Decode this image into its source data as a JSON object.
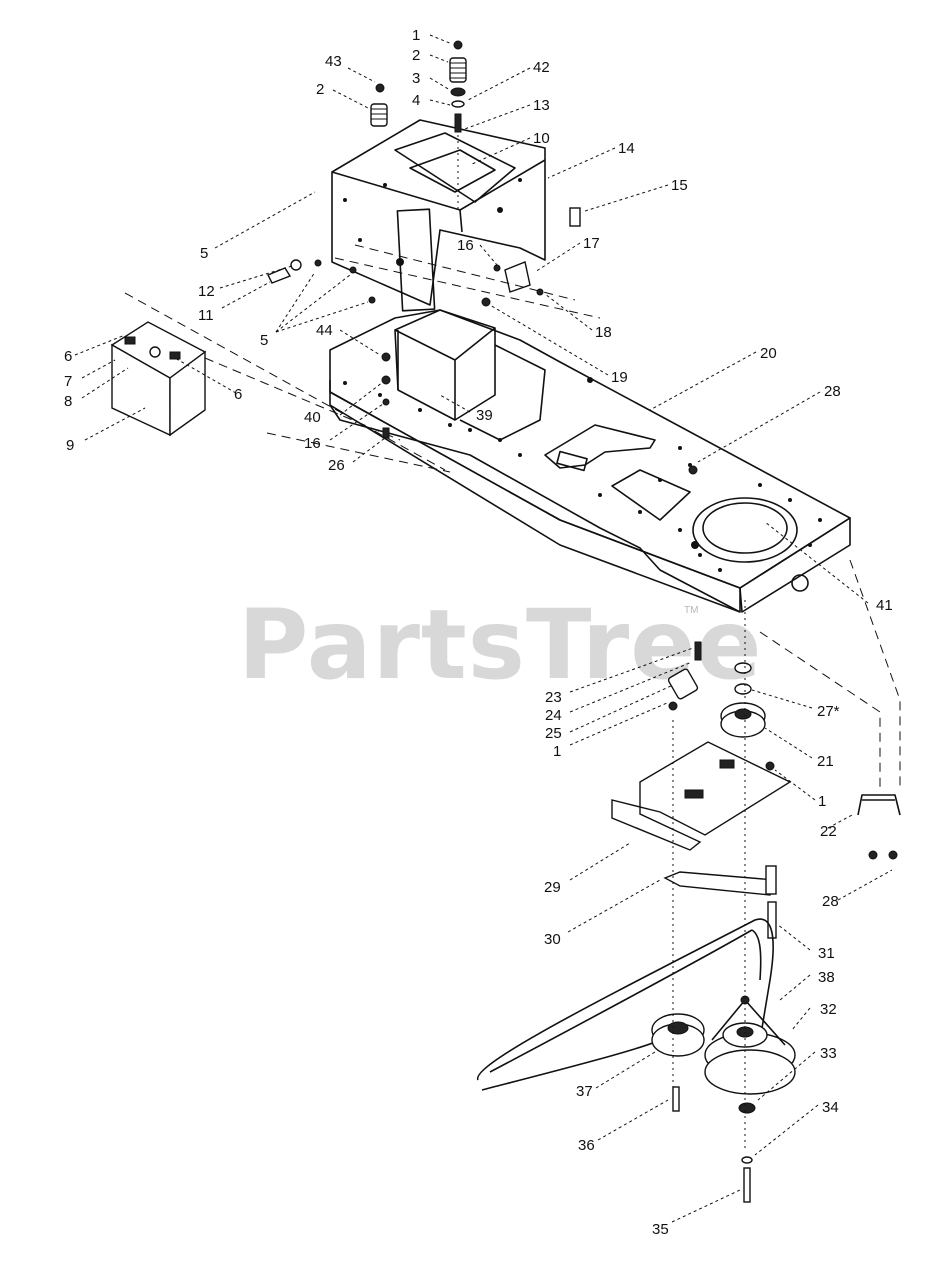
{
  "watermark": {
    "text": "PartsTree",
    "trademark": "TM"
  },
  "callouts": [
    {
      "id": "c1a",
      "text": "1"
    },
    {
      "id": "c2a",
      "text": "2"
    },
    {
      "id": "c3",
      "text": "3"
    },
    {
      "id": "c4",
      "text": "4"
    },
    {
      "id": "c42",
      "text": "42"
    },
    {
      "id": "c43",
      "text": "43"
    },
    {
      "id": "c2b",
      "text": "2"
    },
    {
      "id": "c13",
      "text": "13"
    },
    {
      "id": "c10",
      "text": "10"
    },
    {
      "id": "c14",
      "text": "14"
    },
    {
      "id": "c15",
      "text": "15"
    },
    {
      "id": "c5a",
      "text": "5"
    },
    {
      "id": "c16a",
      "text": "16"
    },
    {
      "id": "c17",
      "text": "17"
    },
    {
      "id": "c12",
      "text": "12"
    },
    {
      "id": "c11",
      "text": "11"
    },
    {
      "id": "c18",
      "text": "18"
    },
    {
      "id": "c5b",
      "text": "5"
    },
    {
      "id": "c44",
      "text": "44"
    },
    {
      "id": "c19",
      "text": "19"
    },
    {
      "id": "c6a",
      "text": "6"
    },
    {
      "id": "c7",
      "text": "7"
    },
    {
      "id": "c8",
      "text": "8"
    },
    {
      "id": "c6b",
      "text": "6"
    },
    {
      "id": "c20",
      "text": "20"
    },
    {
      "id": "c40",
      "text": "40"
    },
    {
      "id": "c39",
      "text": "39"
    },
    {
      "id": "c9",
      "text": "9"
    },
    {
      "id": "c16b",
      "text": "16"
    },
    {
      "id": "c26",
      "text": "26"
    },
    {
      "id": "c28a",
      "text": "28"
    },
    {
      "id": "c41",
      "text": "41"
    },
    {
      "id": "c23",
      "text": "23"
    },
    {
      "id": "c24",
      "text": "24"
    },
    {
      "id": "c25",
      "text": "25"
    },
    {
      "id": "c1b",
      "text": "1"
    },
    {
      "id": "c27",
      "text": "27*"
    },
    {
      "id": "c21",
      "text": "21"
    },
    {
      "id": "c1c",
      "text": "1"
    },
    {
      "id": "c22",
      "text": "22"
    },
    {
      "id": "c29",
      "text": "29"
    },
    {
      "id": "c28b",
      "text": "28"
    },
    {
      "id": "c30",
      "text": "30"
    },
    {
      "id": "c31",
      "text": "31"
    },
    {
      "id": "c38",
      "text": "38"
    },
    {
      "id": "c32",
      "text": "32"
    },
    {
      "id": "c33",
      "text": "33"
    },
    {
      "id": "c37",
      "text": "37"
    },
    {
      "id": "c34",
      "text": "34"
    },
    {
      "id": "c36",
      "text": "36"
    },
    {
      "id": "c35",
      "text": "35"
    }
  ]
}
